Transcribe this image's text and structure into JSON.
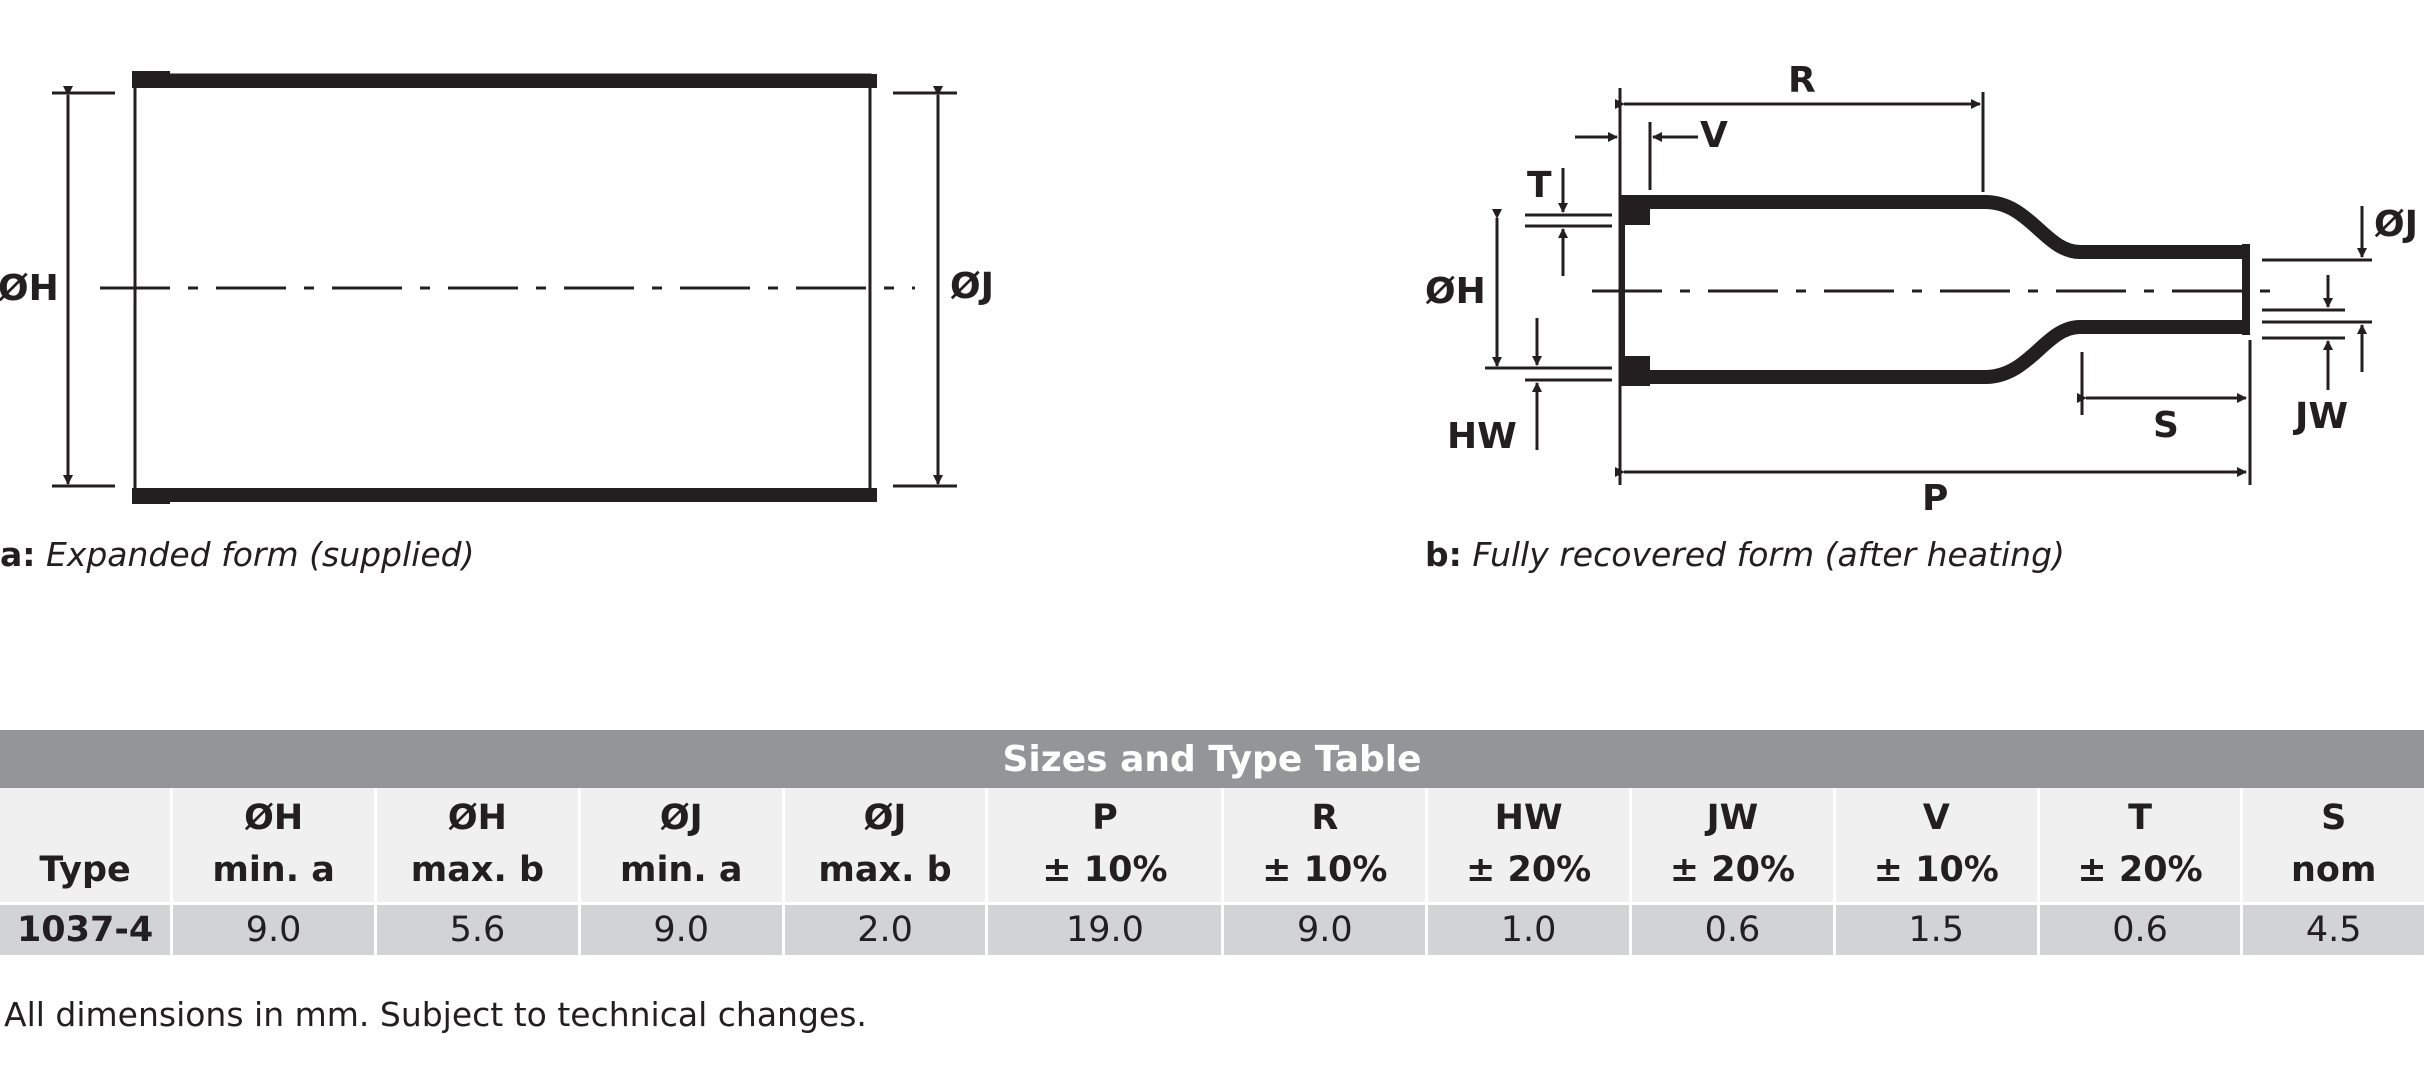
{
  "diagram_a": {
    "labels": {
      "h": "ØH",
      "j": "ØJ"
    },
    "caption": {
      "prefix": "a:",
      "text": "Expanded form (supplied)"
    }
  },
  "diagram_b": {
    "labels": {
      "r": "R",
      "v": "V",
      "t": "T",
      "h": "ØH",
      "hw": "HW",
      "j": "ØJ",
      "jw": "JW",
      "s": "S",
      "p": "P"
    },
    "caption": {
      "prefix": "b:",
      "text": "Fully recovered form (after heating)"
    }
  },
  "table": {
    "title": "Sizes and Type Table",
    "headers": [
      {
        "line1": "",
        "line2": "Type"
      },
      {
        "line1": "ØH",
        "line2": "min. a"
      },
      {
        "line1": "ØH",
        "line2": "max. b"
      },
      {
        "line1": "ØJ",
        "line2": "min. a"
      },
      {
        "line1": "ØJ",
        "line2": "max. b"
      },
      {
        "line1": "P",
        "line2": "± 10%"
      },
      {
        "line1": "R",
        "line2": "± 10%"
      },
      {
        "line1": "HW",
        "line2": "± 20%"
      },
      {
        "line1": "JW",
        "line2": "± 20%"
      },
      {
        "line1": "V",
        "line2": "± 10%"
      },
      {
        "line1": "T",
        "line2": "± 20%"
      },
      {
        "line1": "S",
        "line2": "nom"
      }
    ],
    "rows": [
      [
        "1037-4",
        "9.0",
        "5.6",
        "9.0",
        "2.0",
        "19.0",
        "9.0",
        "1.0",
        "0.6",
        "1.5",
        "0.6",
        "4.5"
      ]
    ]
  },
  "footnote": "All dimensions in mm. Subject to technical changes."
}
